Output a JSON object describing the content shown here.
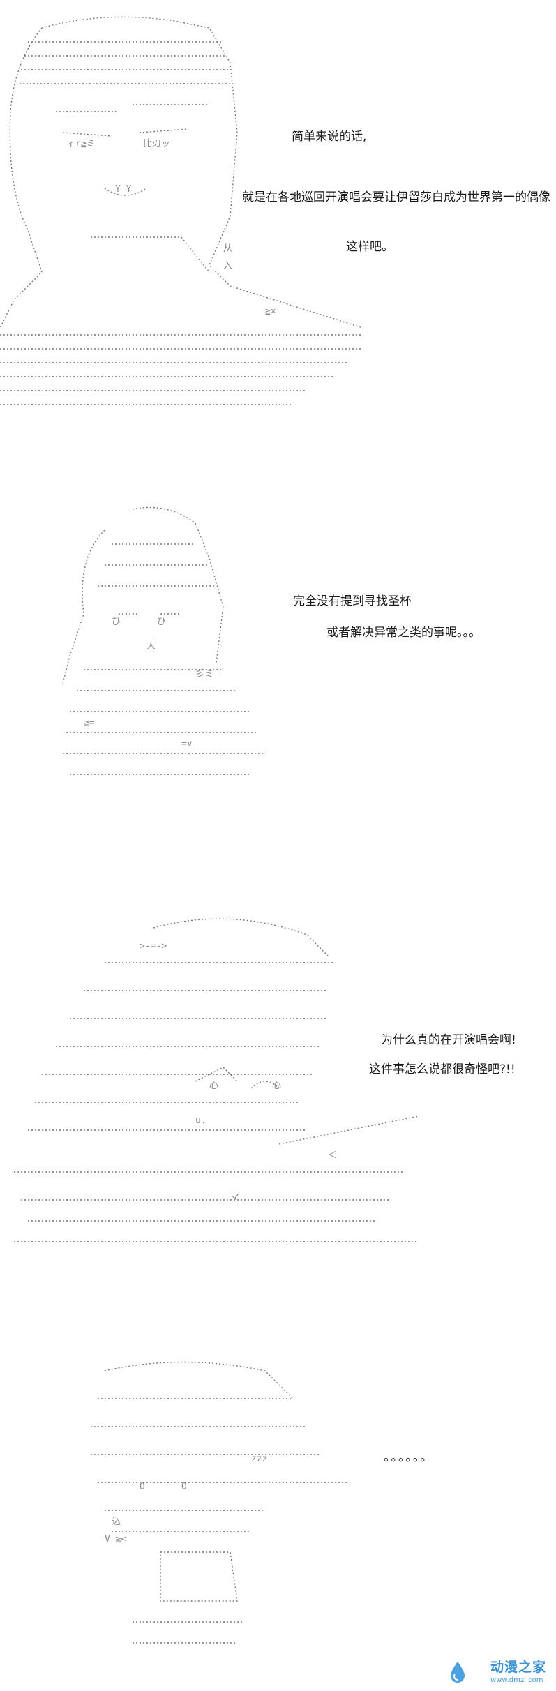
{
  "panels": [
    {
      "lines": [
        "简单来说的话,",
        "就是在各地巡回开演唱会要让伊留莎白成为世界第一的偶像",
        "这样吧。"
      ]
    },
    {
      "lines": [
        "完全没有提到寻找圣杯",
        "或者解决异常之类的事呢。。。"
      ]
    },
    {
      "lines": [
        "为什么真的在开演唱会啊!",
        "这件事怎么说都很奇怪吧?!!"
      ]
    },
    {
      "lines": [
        "。。。。。。"
      ]
    }
  ],
  "watermark": {
    "name": "动漫之家",
    "url": "www.dmzj.com",
    "icon": "droplet-logo-icon",
    "color": "#3d8fd6"
  }
}
